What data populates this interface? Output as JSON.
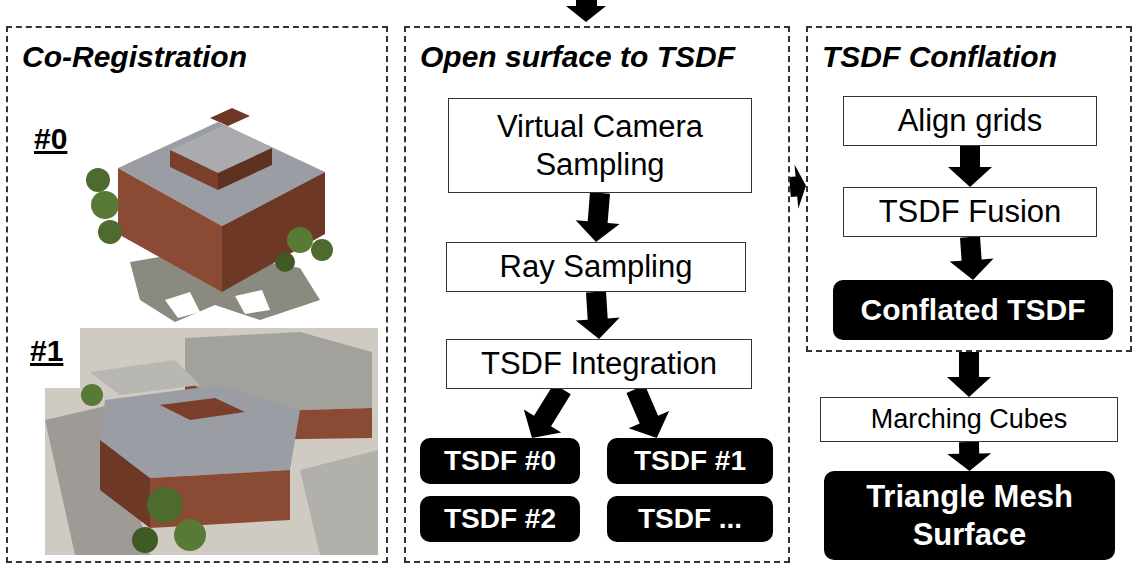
{
  "diagram": {
    "nodes": [
      {
        "text": [
          "Co-Registration"
        ]
      },
      {
        "text": [
          "Open surface to TSDF"
        ]
      },
      {
        "text": [
          "Virtual Camera Sampling"
        ],
        "in": 1
      },
      {
        "text": [
          "Ray Sampling"
        ],
        "in": 1
      },
      {
        "text": [
          "TSDF Integration"
        ],
        "in": 1
      },
      {
        "text": [
          "TSDF #0"
        ],
        "in": 1
      },
      {
        "text": [
          "TSDF #1"
        ],
        "in": 1
      },
      {
        "text": [
          "TSDF #2"
        ],
        "in": 1
      },
      {
        "text": [
          "TSDF ..."
        ],
        "in": 1
      },
      {
        "text": [
          "TSDF Conflation"
        ]
      },
      {
        "text": [
          "Align grids"
        ],
        "in": 9
      },
      {
        "text": [
          "TSDF Fusion"
        ],
        "in": 9
      },
      {
        "text": [
          "Conflated TSDF"
        ],
        "in": 9
      },
      {
        "text": [
          "Marching Cubes"
        ]
      },
      {
        "text": [
          "Triangle Mesh Surface"
        ]
      }
    ],
    "edges": [
      {
        "from": 2,
        "to": 3,
        "arrow": "to"
      },
      {
        "from": 3,
        "to": 4,
        "arrow": "to"
      },
      {
        "from": 4,
        "to": 5,
        "arrow": "to"
      },
      {
        "from": 4,
        "to": 6,
        "arrow": "to"
      },
      {
        "from": 1,
        "to": 9,
        "arrow": "to"
      },
      {
        "from": 10,
        "to": 11,
        "arrow": "to"
      },
      {
        "from": 11,
        "to": 12,
        "arrow": "to"
      },
      {
        "from": 9,
        "to": 13,
        "arrow": "to"
      },
      {
        "from": 13,
        "to": 14,
        "arrow": "to"
      }
    ],
    "labels": [
      "#0",
      "#1"
    ]
  }
}
